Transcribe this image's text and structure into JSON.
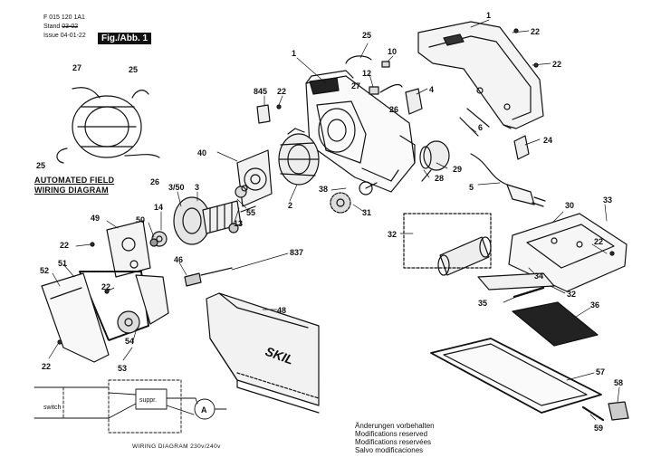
{
  "header": {
    "doc_number": "F 015 120 1A1",
    "stand_label": "Stand",
    "stand_value": "03-02",
    "issue_label": "Issue",
    "issue_value": "04-01-22",
    "figure_label": "Fig./Abb. 1"
  },
  "titles": {
    "field_wiring_line1": "AUTOMATED FIELD",
    "field_wiring_line2": "WIRING DIAGRAM",
    "wiring_diagram": "WIRING DIAGRAM 230v/240v",
    "switch_label": "switch",
    "suppr_label": "suppr.",
    "motor_label": "A",
    "brand": "SKIL"
  },
  "notes": [
    "Änderungen vorbehalten",
    "Modifications reserved",
    "Modifications reservées",
    "Salvo modificaciones"
  ],
  "parts": {
    "p1a": "1",
    "p1b": "1",
    "p2": "2",
    "p3": "3",
    "p3_50": "3/50",
    "p4": "4",
    "p5": "5",
    "p6": "6",
    "p10": "10",
    "p12": "12",
    "p13": "13",
    "p14": "14",
    "p22a": "22",
    "p22b": "22",
    "p22c": "22",
    "p22d": "22",
    "p22e": "22",
    "p22f": "22",
    "p22g": "22",
    "p24": "24",
    "p25a": "25",
    "p25b": "25",
    "p25c": "25",
    "p26a": "26",
    "p26b": "26",
    "p27a": "27",
    "p27b": "27",
    "p28": "28",
    "p29": "29",
    "p30": "30",
    "p31": "31",
    "p32a": "32",
    "p32b": "32",
    "p33": "33",
    "p34": "34",
    "p35": "35",
    "p36": "36",
    "p38": "38",
    "p40": "40",
    "p46": "46",
    "p48": "48",
    "p49": "49",
    "p50": "50",
    "p51": "51",
    "p52": "52",
    "p53": "53",
    "p54": "54",
    "p55": "55",
    "p57": "57",
    "p58": "58",
    "p59": "59",
    "p837": "837",
    "p845": "845"
  }
}
